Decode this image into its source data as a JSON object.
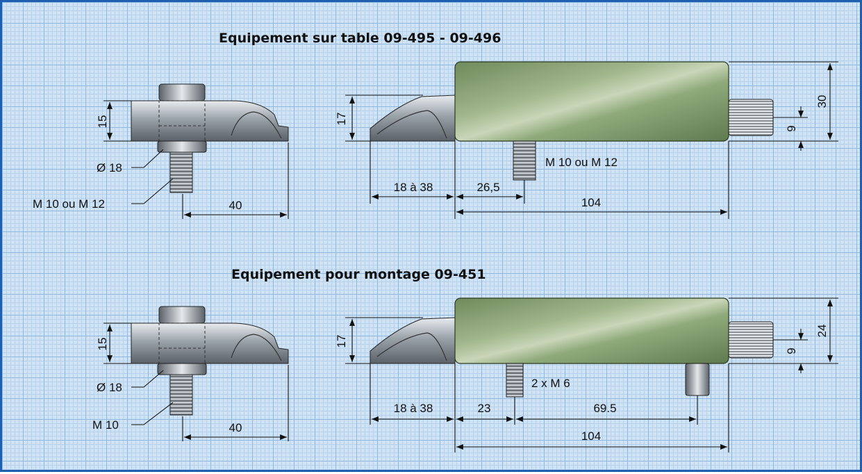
{
  "sections": [
    {
      "title": "Equipement sur table 09-495 - 09-496",
      "clamp": {
        "height": "15",
        "diameter": "Ø 18",
        "thread": "M 10 ou M 12",
        "length": "40"
      },
      "unit": {
        "jaw_height": "17",
        "jaw_range": "18 à 38",
        "screw_offset": "26,5",
        "screw_label": "M 10 ou M 12",
        "total_length": "104",
        "body_height": "30",
        "screw_height": "9"
      }
    },
    {
      "title": "Equipement pour montage 09-451",
      "clamp": {
        "height": "15",
        "diameter": "Ø 18",
        "thread": "M 10",
        "length": "40"
      },
      "unit": {
        "jaw_height": "17",
        "jaw_range": "18 à 38",
        "screw_offset": "23",
        "screw_label": "2 x M 6",
        "pin_offset": "69.5",
        "total_length": "104",
        "body_height": "24",
        "screw_height": "9"
      }
    }
  ]
}
